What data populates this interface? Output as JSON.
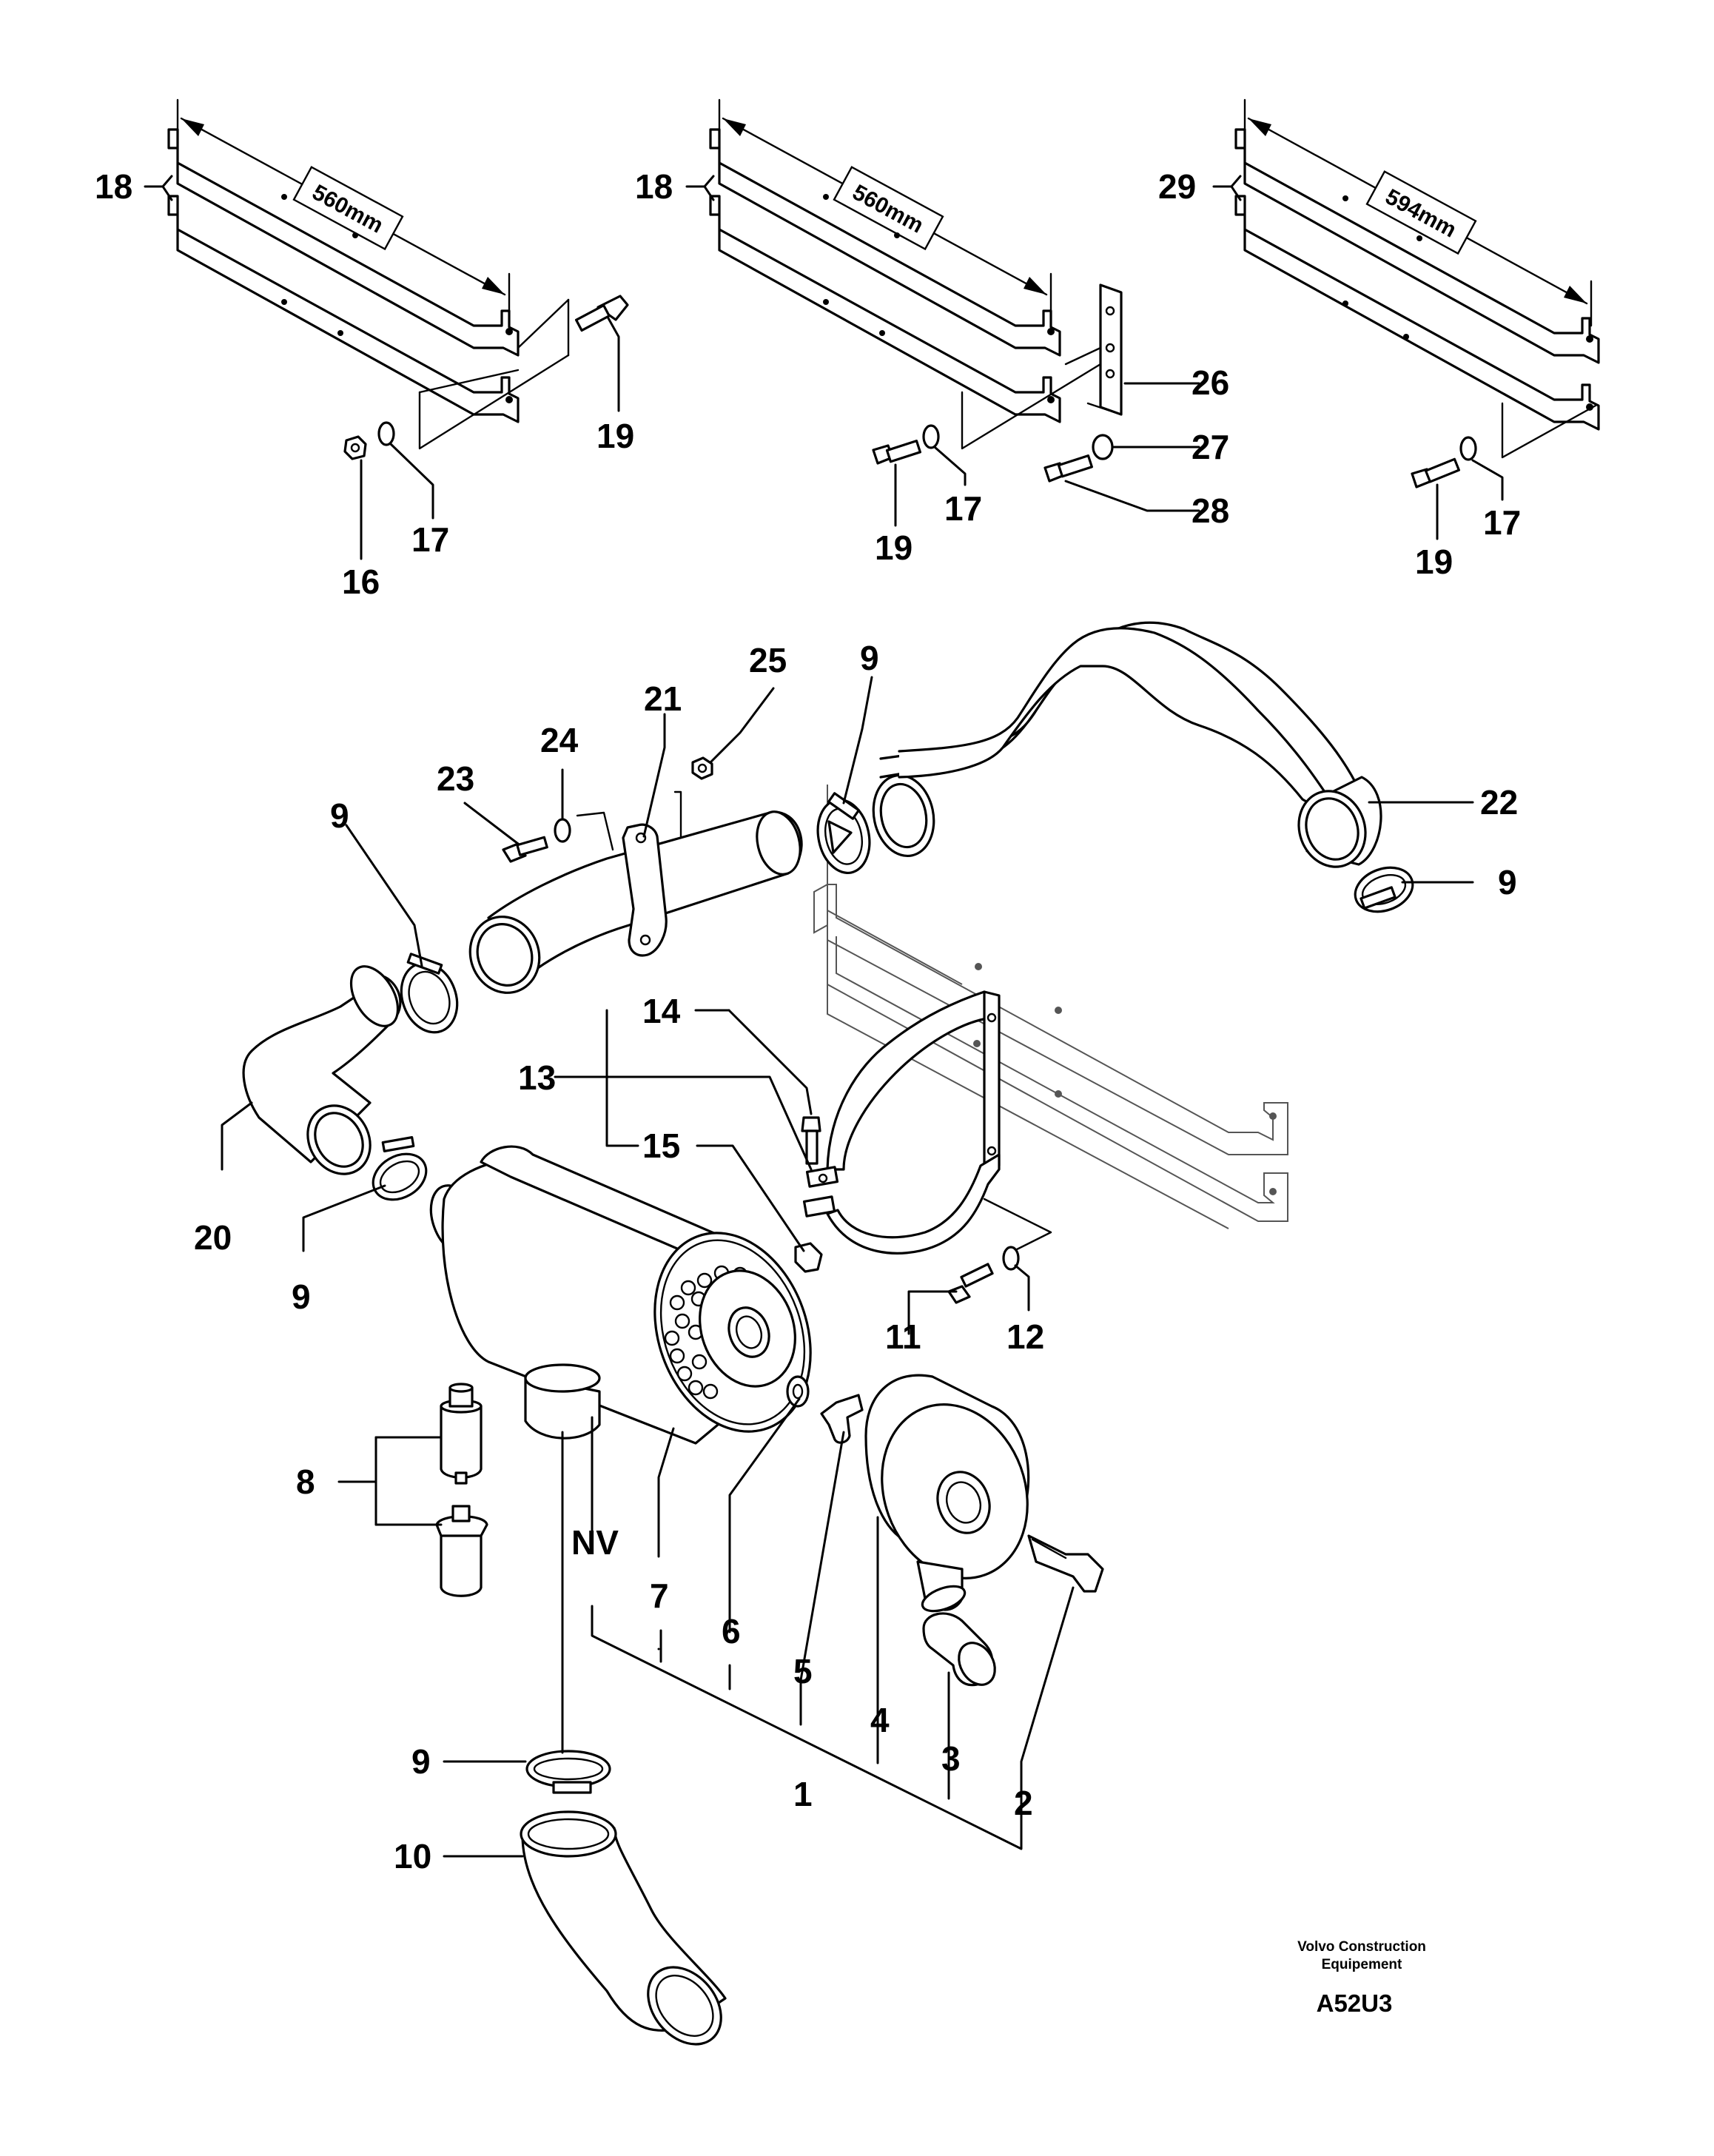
{
  "brackets": [
    {
      "dimension": "560mm",
      "labels": [
        "18",
        "16",
        "17",
        "19"
      ]
    },
    {
      "dimension": "560mm",
      "labels": [
        "18",
        "26",
        "27",
        "28",
        "17",
        "19"
      ]
    },
    {
      "dimension": "594mm",
      "labels": [
        "29",
        "17",
        "19"
      ]
    }
  ],
  "callouts": {
    "c1": "1",
    "c2": "2",
    "c3": "3",
    "c4": "4",
    "c5": "5",
    "c6": "6",
    "c7": "7",
    "c8": "8",
    "c9": "9",
    "c10": "10",
    "c11": "11",
    "c12": "12",
    "c13": "13",
    "c14": "14",
    "c15": "15",
    "c16": "16",
    "c17": "17",
    "c18": "18",
    "c19": "19",
    "c20": "20",
    "c21": "21",
    "c22": "22",
    "c23": "23",
    "c24": "24",
    "c25": "25",
    "c26": "26",
    "c27": "27",
    "c28": "28",
    "c29": "29",
    "nv": "NV"
  },
  "footer": {
    "brand_line1": "Volvo Construction",
    "brand_line2": "Equipement",
    "code": "A52U3"
  }
}
